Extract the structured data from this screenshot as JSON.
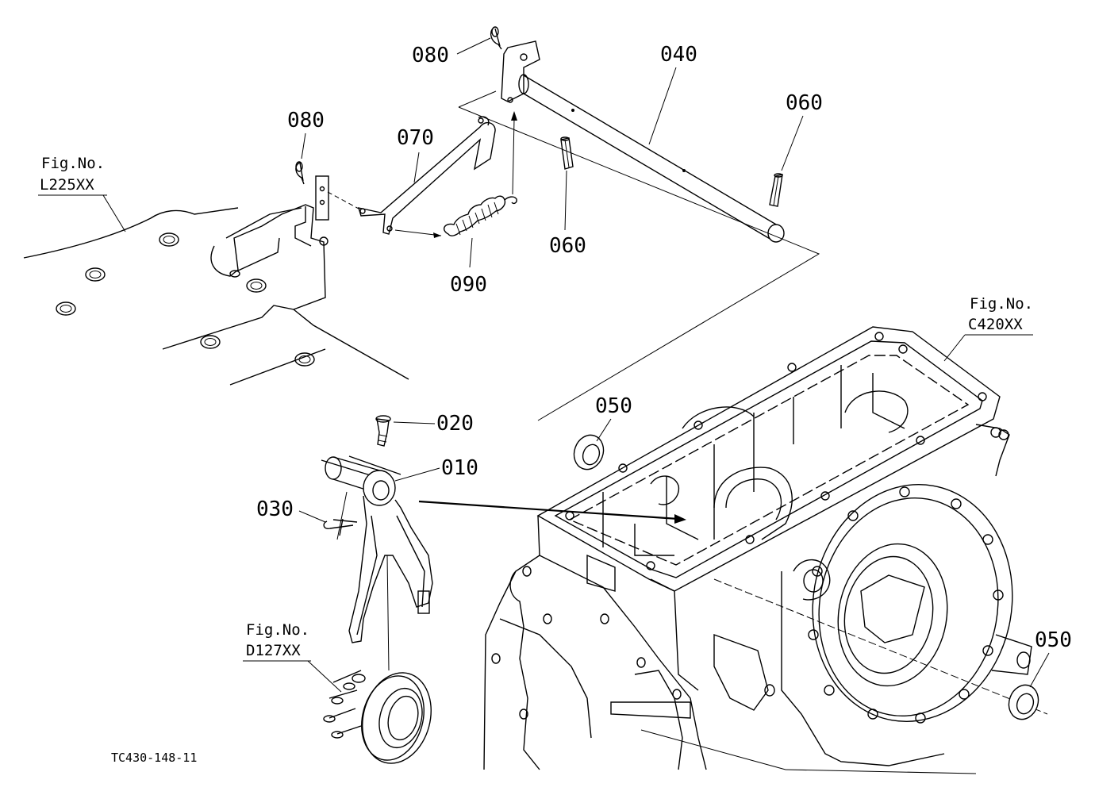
{
  "callouts": {
    "p080_top": "080",
    "p040": "040",
    "p060_right": "060",
    "p080_left": "080",
    "p070": "070",
    "p060_mid": "060",
    "p090": "090",
    "p050_top": "050",
    "p020": "020",
    "p010": "010",
    "p030": "030",
    "p050_right": "050"
  },
  "figure_refs": {
    "l225": {
      "title": "Fig.No.",
      "code": "L225XX"
    },
    "c420": {
      "title": "Fig.No.",
      "code": "C420XX"
    },
    "d127": {
      "title": "Fig.No.",
      "code": "D127XX"
    }
  },
  "drawing_code": "TC430-148-11"
}
